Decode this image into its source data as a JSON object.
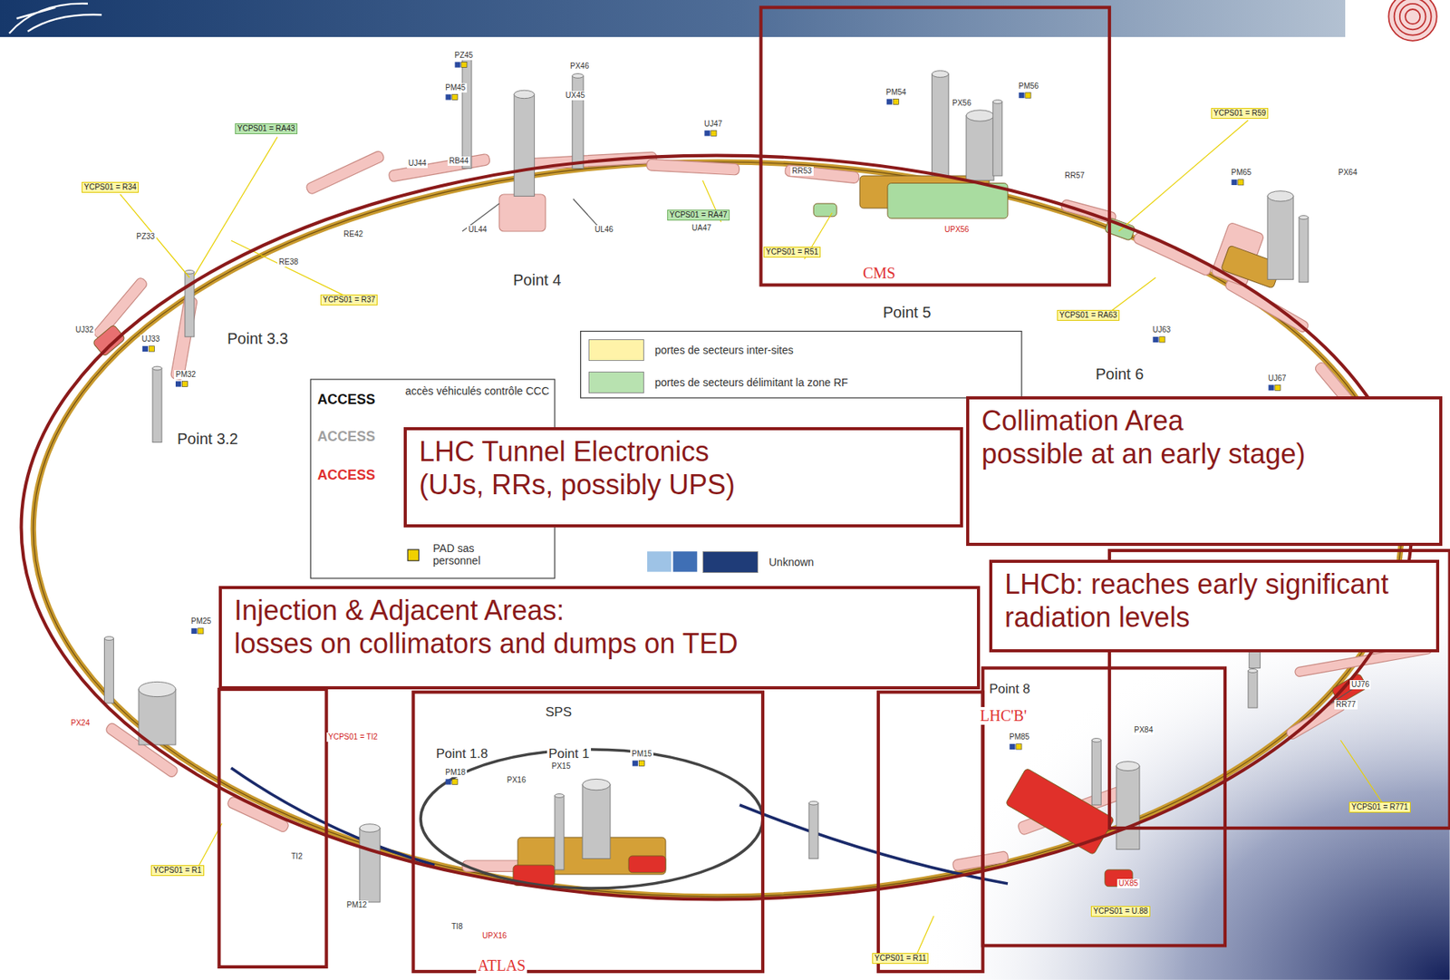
{
  "diagram": {
    "nodes": [
      {
        "text": [
          "Collimation Area",
          "possible at an early stage)"
        ]
      },
      {
        "text": [
          "LHC Tunnel Electronics",
          "(UJs, RRs, possibly UPS)"
        ]
      },
      {
        "text": [
          "LHCb: reaches early significant radiation levels"
        ]
      },
      {
        "text": [
          "Injection & Adjacent Areas:",
          "losses on collimators and dumps on TED"
        ]
      }
    ],
    "labels": [
      "Point 4",
      "Point 5",
      "Point 3.3",
      "Point 3.2",
      "Point 6",
      "Point 8",
      "Point 1.8",
      "Point 1",
      "SPS",
      "CMS",
      "LHC'B'",
      "ATLAS",
      "YCPS01 = R34",
      "YCPS01 = RA43",
      "YCPS01 = R37",
      "YCPS01 = RA47",
      "YCPS01 = R51",
      "YCPS01 = R59",
      "YCPS01 = RA63",
      "YCPS01 = R771",
      "YCPS01 = U.88",
      "YCPS01 = R11",
      "YCPS01 = TI2",
      "YCPS01 = R1",
      "PZ45",
      "PM45",
      "PX46",
      "UX45",
      "PM54",
      "PX56",
      "PM56",
      "PM65",
      "PX64",
      "PZ33",
      "PM32",
      "PM25",
      "PX24",
      "PM15",
      "PX15",
      "PM18",
      "PX16",
      "PM85",
      "PX84",
      "UJ33",
      "UJ32",
      "UJ44",
      "RB44",
      "UL44",
      "UL46",
      "UA47",
      "UJ47",
      "RE38",
      "RE42",
      "RR53",
      "RR57",
      "UJ63",
      "UJ67",
      "UJ76",
      "RR77",
      "TI8",
      "TI2",
      "UPX56",
      "UPX16",
      "UX85",
      "PM12",
      "ACCESS",
      "accès véhiculés contrôle CCC",
      "ACCESS",
      "ACCESS",
      "PAD sas personnel"
    ],
    "legend": [
      {
        "text": "portes de secteurs inter-sites",
        "color": "#fff3a8"
      },
      {
        "text": "portes de secteurs délimitant la zone RF",
        "color": "#b8e2b0"
      },
      {
        "text": "Unknown",
        "color": "#1f3c78"
      }
    ]
  }
}
